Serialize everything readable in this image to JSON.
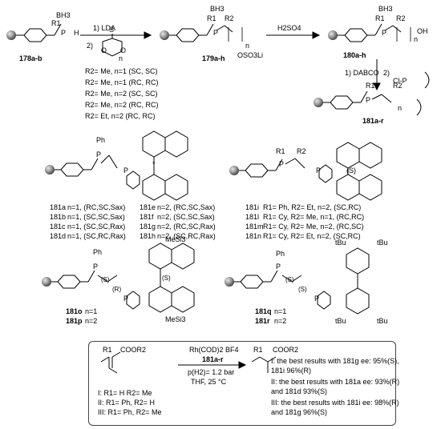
{
  "scheme": {
    "reagents": {
      "step1": "1) LDA",
      "step2": "2)",
      "acid": "H2SO4",
      "dabco": "1) DABCO",
      "phos": "2)",
      "phos_cl": "Cl-P",
      "r2_list": [
        "R2= Me, n=1 (SC, SC)",
        "R2= Me, n=1 (RC, RC)",
        "R2= Me, n=2 (SC, SC)",
        "R2= Me, n=2 (RC, RC)",
        "R2= Et,   n=2 (RC, RC)"
      ]
    },
    "compounds": {
      "c178": "178a-b",
      "c179": "179a-h",
      "c180": "180a-h",
      "c181": "181a-r",
      "oso3li": "OSO3Li",
      "oh": "OH"
    },
    "ligand_table_left": [
      {
        "id": "181a",
        "desc": "n=1, (RC,SC,Sax)"
      },
      {
        "id": "181b",
        "desc": "n=1, (SC,SC,Sax)"
      },
      {
        "id": "181c",
        "desc": "n=1, (SC,SC,Rax)"
      },
      {
        "id": "181d",
        "desc": "n=1, (SC,RC,Rax)"
      }
    ],
    "ligand_table_right": [
      {
        "id": "181e",
        "desc": "n=2, (RC,SC,Sax)"
      },
      {
        "id": "181f",
        "desc": "n=2, (SC,SC,Sax)"
      },
      {
        "id": "181g",
        "desc": "n=2, (RC,SC,Rax)"
      },
      {
        "id": "181h",
        "desc": "n=2, (SC,RC,Rax)"
      }
    ],
    "ligand_table_binol": [
      {
        "id": "181i",
        "desc": "R1= Ph, R2= Et,  n=2, (SC,RC)"
      },
      {
        "id": "181l",
        "desc": "R1= Cy, R2= Me, n=1, (RC,RC)"
      },
      {
        "id": "181m",
        "desc": "R1= Cy, R2= Me, n=2, (RC,SC)"
      },
      {
        "id": "181n",
        "desc": "R1= Cy, R2= Et,  n=2, (SC,RC)"
      }
    ],
    "ligand_op": [
      {
        "id": "181o",
        "desc": "n=1"
      },
      {
        "id": "181p",
        "desc": "n=2"
      }
    ],
    "ligand_qr": [
      {
        "id": "181q",
        "desc": "n=1"
      },
      {
        "id": "181r",
        "desc": "n=2"
      }
    ],
    "atoms": {
      "P": "P",
      "Ph": "Ph",
      "R1": "R1",
      "R2": "R2",
      "BH3": "BH3",
      "H": "H",
      "n": "n",
      "O": "O",
      "S": "S",
      "MeSi3": "MeSi3",
      "tBu": "tBu",
      "Rs": "(R)",
      "Ss": "(S)",
      "star": "*"
    },
    "hydrogenation": {
      "substrate_group": "COOR2",
      "product_group": "COOR2",
      "catalyst": "Rh(COD)2 BF4",
      "ligand": "181a-r",
      "pressure": "p(H2)= 1.2 bar",
      "solvent": "THF, 25 °C",
      "substrates": [
        "I:  R1= H      R2= Me",
        "II:  R1= Ph,  R2= H",
        "III:  R1= Ph,  R2= Me"
      ],
      "results": [
        "I: the best results with 181g ee: 95%(S),",
        "    181i 96%(R)",
        "II: the best results with 181a ee: 93%(R)",
        "    and 181d 93%(S)",
        "III: the best results with 181i ee: 98%(R)",
        "    and 181g 96%(S)"
      ]
    }
  }
}
